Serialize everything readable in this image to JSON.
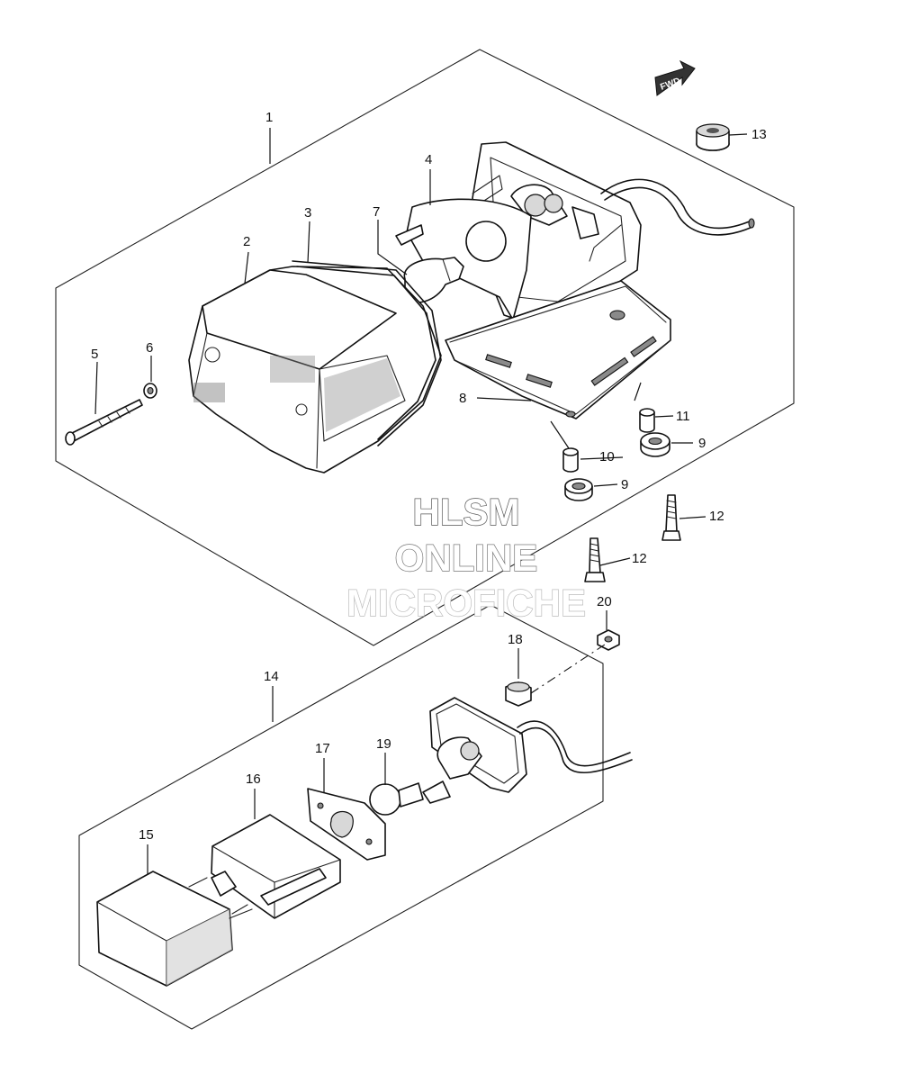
{
  "direction_marker": {
    "label": "FWD"
  },
  "watermark": {
    "line1": "HLSM",
    "line2": "ONLINE",
    "line3": "MICROFICHE",
    "color1": "#555555",
    "color2": "#777777",
    "color3": "#bbbbbb"
  },
  "callouts": {
    "c1": "1",
    "c2": "2",
    "c3": "3",
    "c4": "4",
    "c5": "5",
    "c6": "6",
    "c7": "7",
    "c8": "8",
    "c9a": "9",
    "c9b": "9",
    "c10": "10",
    "c11": "11",
    "c12a": "12",
    "c12b": "12",
    "c13": "13",
    "c14": "14",
    "c15": "15",
    "c16": "16",
    "c17": "17",
    "c18": "18",
    "c19": "19",
    "c20": "20"
  }
}
